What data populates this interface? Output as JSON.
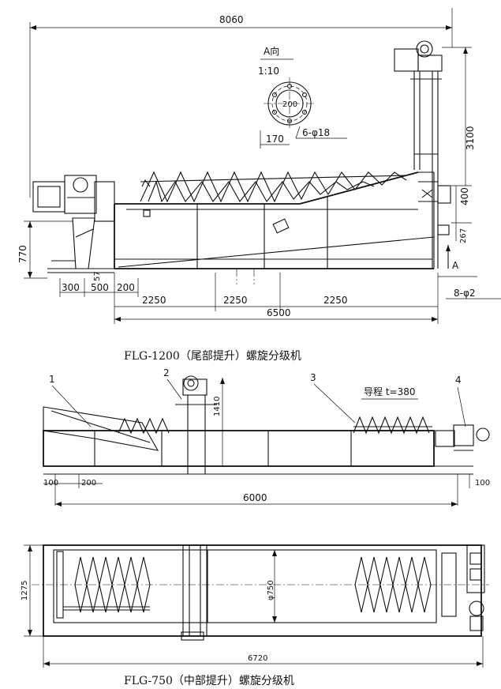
{
  "diagram1": {
    "caption": "FLG-1200（尾部提升）螺旋分级机",
    "overall_length": "8060",
    "view_label": "A向",
    "view_scale": "1:10",
    "flange_diameter": "200",
    "flange_offset": "170",
    "bolt_holes": "6-φ18",
    "height_total": "3100",
    "dim_400": "400",
    "dim_267": "267",
    "arrow_label": "A",
    "height_770": "770",
    "dim_57": "57",
    "dim_300": "300",
    "dim_500": "500",
    "dim_200": "200",
    "span_1": "2250",
    "span_2": "2250",
    "span_3": "2250",
    "total_length": "6500",
    "anchor_bolts": "8-φ2"
  },
  "diagram2": {
    "caption": "FLG-750（中部提升）螺旋分级机",
    "part_1": "1",
    "part_2": "2",
    "part_3": "3",
    "part_4": "4",
    "pitch_label": "导程 t=380",
    "height_1410": "1410",
    "dim_100_left": "100",
    "dim_200": "200",
    "dim_100_right": "100",
    "length_6000": "6000",
    "width_1275": "1275",
    "spiral_diameter": "φ750",
    "length_6720": "6720"
  }
}
